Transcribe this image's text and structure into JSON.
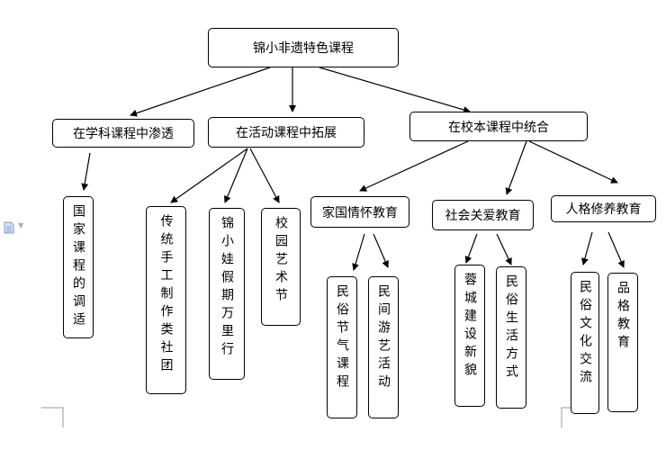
{
  "diagram": {
    "root": "锦小非遗特色课程",
    "branches": [
      {
        "label": "在学科课程中渗透",
        "children": [
          "国家课程的调适"
        ]
      },
      {
        "label": "在活动课程中拓展",
        "children": [
          "传统手工制作类社团",
          "锦小娃假期万里行",
          "校园艺术节"
        ]
      },
      {
        "label": "在校本课程中统合",
        "children": [
          {
            "label": "家国情怀教育",
            "children": [
              "民俗节气课程",
              "民间游艺活动"
            ]
          },
          {
            "label": "社会关爱教育",
            "children": [
              "蓉城建设新貌",
              "民俗生活方式"
            ]
          },
          {
            "label": "人格修养教育",
            "children": [
              "民俗文化交流",
              "品格教育"
            ]
          }
        ]
      }
    ]
  },
  "colors": {
    "line": "#000000",
    "box_fill": "#ffffff",
    "corner_marks": "#999999"
  },
  "icons": [
    "document-icon",
    "dropdown-caret-icon"
  ]
}
